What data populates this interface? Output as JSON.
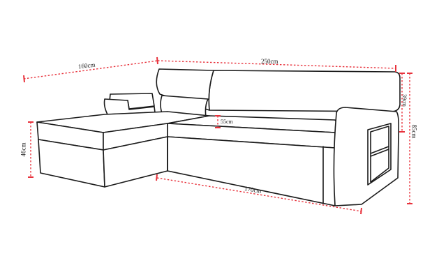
{
  "diagram": {
    "subject": "corner sofa dimension drawing",
    "line_color": "#1a1a1a",
    "dimension_color": "#e8323c",
    "background": "#ffffff"
  },
  "dimensions": {
    "chaise_depth": "160cm",
    "total_width": "250cm",
    "backrest_height": "39cm",
    "total_height": "85cm",
    "seat_height": "46cm",
    "seat_length": "170cm",
    "seat_depth": "55cm"
  }
}
